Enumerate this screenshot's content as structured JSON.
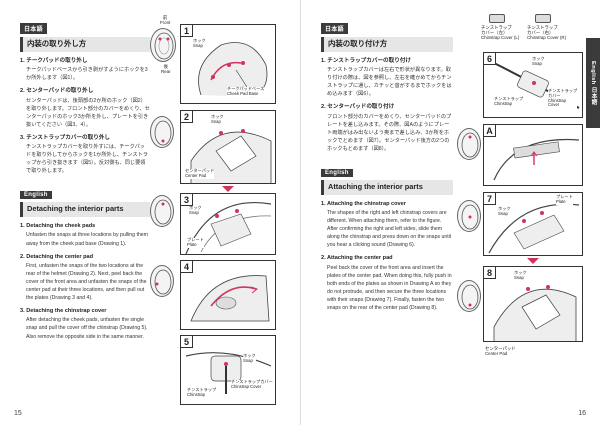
{
  "left_page": {
    "jp_tag": "日本語",
    "jp_title": "内装の取り外し方",
    "jp_items": [
      {
        "head": "1. チークパッドの取り外し",
        "body": "チークパッドベースから引き剥がすようにホックを3か所外します（図1）。"
      },
      {
        "head": "2. センターパッドの取り外し",
        "body": "センターパッドは、後頭部の2か所のホック（図2）を取り外します。フロント部分のカバーをめくり、センターパッドのホック3か所を外し、プレートを引き抜いてください（図3、4）。"
      },
      {
        "head": "3. チンストラップカバーの取り外し",
        "body": "チンストラップカバーを取り外すには、チークパッドを取り外してからホックを1か所外し、チンストラップから引き抜きます（図5）。反対側も、同じ要領で取り外します。"
      }
    ],
    "en_tag": "English",
    "en_title": "Detaching the interior parts",
    "en_items": [
      {
        "head": "1.  Detaching the cheek pads",
        "body": "Unfasten the snaps at three locations by pulling them away from the cheek pad base (Drawing 1)."
      },
      {
        "head": "2.  Detaching the center pad",
        "body": "First, unfasten the snaps of the two locations at the rear of the helmet (Drawing 2). Next, peel back the cover of the front area and unfasten the snaps of the center pad at their three locations, and then pull out the plates (Drawing 3 and 4)."
      },
      {
        "head": "3.  Detaching the chinstrap cover",
        "body": "After detaching the cheek pads, unfasten the single snap and pull the cover off the chinstrap (Drawing 5). Also remove the opposite side in the same manner."
      }
    ],
    "page_number": "15",
    "diagram": {
      "front_label": "前\nFront",
      "rear_label": "後\nRear",
      "panels": [
        {
          "num": "1",
          "labels": [
            "ホック\nSnap",
            "チークパッドベース\nCheek Pad Base"
          ]
        },
        {
          "num": "2",
          "labels": [
            "ホック\nSnap",
            "センターパッド\nCenter Pad"
          ]
        },
        {
          "num": "3",
          "labels": [
            "ホック\nSnap",
            "プレート\nPlate"
          ]
        },
        {
          "num": "4",
          "labels": []
        },
        {
          "num": "5",
          "labels": [
            "ホック\nSnap",
            "チンストラップ\nChinstrap",
            "チンストラップカバー\nChinstrap Cover"
          ]
        }
      ]
    }
  },
  "right_page": {
    "jp_tag": "日本語",
    "jp_title": "内装の取り付け方",
    "jp_items": [
      {
        "head": "1. チンストラップカバーの取り付け",
        "body": "チンストラップカバーは左右で形状が異なります。取り付けの際は、図を参照し、左右を確かめてからチンストラップに通し、カチッと音がするまでホックをはめ込みます（図6）。"
      },
      {
        "head": "2. センターパッドの取り付け",
        "body": "フロント部分のカバーをめくり、センターパッドのプレートを差し込みます。その際、図Aのようにプレート両端がはみ出ないよう奥まで差し込み、3か所をホックでとめます（図7）。センターパッド後方の2つのホックもとめます（図8）。"
      }
    ],
    "en_tag": "English",
    "en_title": "Attaching the interior parts",
    "en_items": [
      {
        "head": "1.  Attaching the chinstrap cover",
        "body": "The shapes of the right and left chinstrap covers are different. When attaching them, refer to the figure. After confirming the right and left sides, slide them along the chinstrap and press down on the snaps until you hear a clicking sound (Drawing 6)."
      },
      {
        "head": "2.  Attaching the center pad",
        "body": "Peel back the cover of the front area and insert the plates of the center pad. When doing this, fully push in both ends of the plates as shown in Drawing A so they do not protrude, and then secure the three locations with their snaps (Drawing 7). Finally, fasten the two snaps on the rear of the center pad (Drawing 8)."
      }
    ],
    "page_number": "16",
    "side_tab": "English  日本語",
    "legend": {
      "left": "チンストラップ\nカバー（左）\nChinstrap Cover (L)",
      "right": "チンストラップ\nカバー（右）\nChinstrap Cover (R)"
    },
    "diagram": {
      "panels": [
        {
          "num": "6",
          "labels": [
            "ホック\nSnap",
            "チンストラップ\nChinstrap",
            "チンストラップ\nカバー\nChinstrap\nCover"
          ]
        },
        {
          "num": "A",
          "labels": []
        },
        {
          "num": "7",
          "labels": [
            "ホック\nSnap",
            "プレート\nPlate"
          ]
        },
        {
          "num": "8",
          "labels": [
            "ホック\nSnap",
            "センターパッド\nCenter Pad"
          ]
        }
      ]
    }
  }
}
